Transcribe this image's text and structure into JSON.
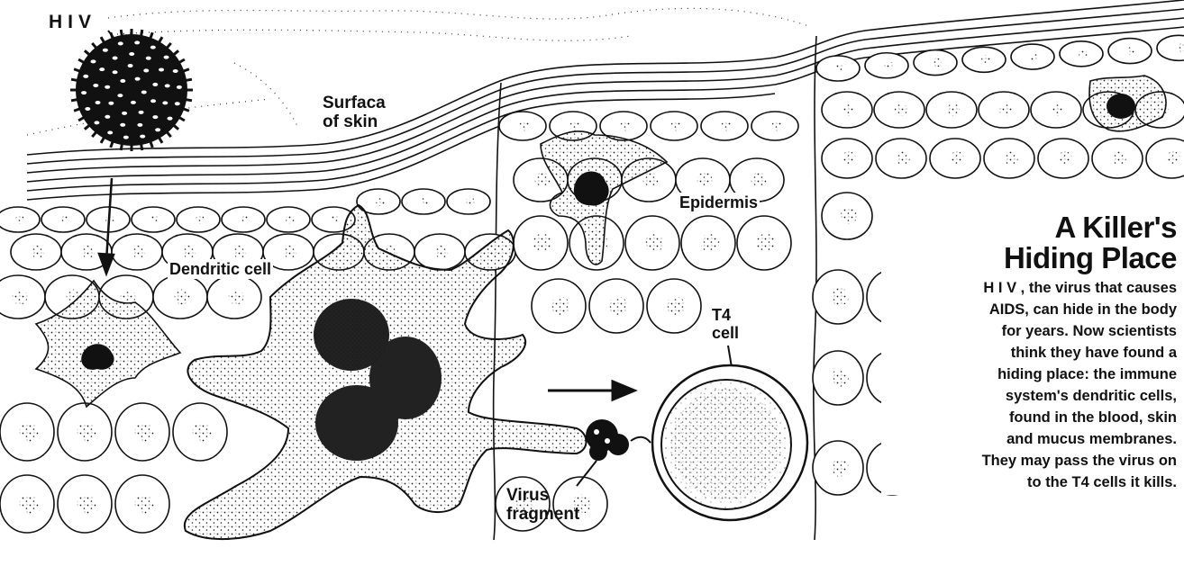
{
  "labels": {
    "hiv": "HIV",
    "surface": "Surfaca\nof skin",
    "dendritic_cell": "Dendritic cell",
    "epidermis": "Epidermis",
    "t4_cell": "T4\ncell",
    "virus_fragment": "Virus\nfragment"
  },
  "info": {
    "title_line1": "A Killer's",
    "title_line2": "Hiding Place",
    "body": "H I V , the virus that causes\nAIDS, can hide in the body\nfor years. Now scientists\nthink they have found a\nhiding place: the immune\nsystem's dendritic cells,\nfound in the blood, skin\nand mucus membranes.\nThey may pass the virus on\nto the T4 cells it kills."
  },
  "icons": [
    "hiv-virus-icon",
    "dendritic-cell-icon",
    "t4-cell-icon",
    "virus-fragment-icon"
  ]
}
